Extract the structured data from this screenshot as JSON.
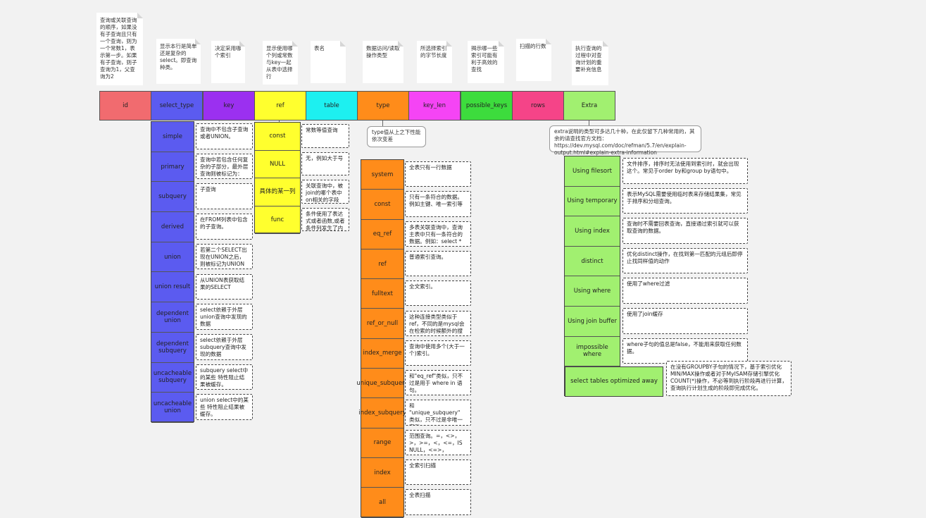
{
  "notes": [
    {
      "key": "id",
      "text": "查询或关联查询的顺序，如果没有子查询且只有一个查询，则为一个常数1，表示第一步。如果有子查询，则子查询为1，父查询为2"
    },
    {
      "key": "select_type",
      "text": "显示本行是简单还是复杂的select。即查询种类。"
    },
    {
      "key": "key",
      "text": "决定采用哪个索引"
    },
    {
      "key": "ref",
      "text": "显示使用哪个列或常数与key一起从表中选择行"
    },
    {
      "key": "table",
      "text": "表名"
    },
    {
      "key": "type",
      "text": "数据访问/读取操作类型"
    },
    {
      "key": "key_len",
      "text": "所选择索引的字节长度"
    },
    {
      "key": "possible_keys",
      "text": "揭示哪一些索引可能有利于高效的查找"
    },
    {
      "key": "rows",
      "text": "扫描的行数"
    },
    {
      "key": "Extra",
      "text": "执行查询的过程中对查询计划的重要补充信息"
    }
  ],
  "headers": [
    {
      "label": "id",
      "color": "#f16b6f"
    },
    {
      "label": "select_type",
      "color": "#5b5bf0"
    },
    {
      "label": "key",
      "color": "#9b30f0"
    },
    {
      "label": "ref",
      "color": "#ffff2e"
    },
    {
      "label": "table",
      "color": "#1df0f0"
    },
    {
      "label": "type",
      "color": "#ff8c1a"
    },
    {
      "label": "key_len",
      "color": "#f544f5"
    },
    {
      "label": "possible_keys",
      "color": "#3ddc3d"
    },
    {
      "label": "rows",
      "color": "#f54488"
    },
    {
      "label": "Extra",
      "color": "#a1f070"
    }
  ],
  "select_type": [
    {
      "label": "simple",
      "desc": "查询中不包含子查询或者UNION。"
    },
    {
      "label": "primary",
      "desc": "查询中若包含任何复杂的子部分，最外层查询则被标记为：PRIMARY"
    },
    {
      "label": "subquery",
      "desc": "子查询"
    },
    {
      "label": "derived",
      "desc": "在FROM列表中包含的子查询。"
    },
    {
      "label": "union",
      "desc": "若第二个SELECT出现在UNION之后，则被标记为UNION"
    },
    {
      "label": "union result",
      "desc": "从UNION表获取结果的SELECT"
    },
    {
      "label": "dependent union",
      "desc": "select依赖于外层union查询中发现的数据"
    },
    {
      "label": "dependent subquery",
      "desc": "select依赖于外层subquery查询中发现的数据"
    },
    {
      "label": "uncacheable subquery",
      "desc": "subquery select中的某些 特性阻止结果被缓存。"
    },
    {
      "label": "uncacheable union",
      "desc": "union select中的某些 特性阻止结果被缓存。"
    }
  ],
  "ref": [
    {
      "label": "const",
      "desc": "常数等值查询"
    },
    {
      "label": "NULL",
      "desc": "无，例如大于号"
    },
    {
      "label": "具体的某一列",
      "desc": "关联查询中，被join的哪个表中on相关的字段"
    },
    {
      "label": "func",
      "desc": "条件使用了表达式或者函数,或者条件列发生了内部隐式转换"
    }
  ],
  "type_bubble": "type值从上之下性能依次变差",
  "type": [
    {
      "label": "system",
      "desc": "全表只有一行数据"
    },
    {
      "label": "const",
      "desc": "只有一条符合的数据。例如主键、唯一索引等"
    },
    {
      "label": "eq_ref",
      "desc": "多表关联查询中，查询主表中只有一条符合的数据。例如：select * from A join B on A.id=B.A_id 中 A表中id为唯一索引或者主键"
    },
    {
      "label": "ref",
      "desc": "普通索引查询。"
    },
    {
      "label": "fulltext",
      "desc": "全文索引。"
    },
    {
      "label": "ref_or_null",
      "desc": "这种连接类型类似于ref，不同的是mysql会在检索的时候额外的搜索包含null 值的记录。"
    },
    {
      "label": "index_merge",
      "desc": "查询中使用多个(大于一个)索引。"
    },
    {
      "label": "unique_subquery",
      "desc": "和\"eq_ref\"类似，只不过是用于 where in 语句。"
    },
    {
      "label": "index_subquery",
      "desc": "和 \"unique_subquery\" 类似，只不过是非唯一索引。"
    },
    {
      "label": "range",
      "desc": "范围查询。=，<>，>，>=，<，<=，IS NULL，<=>，BETWEEN，LIKE，或者 IN()中。"
    },
    {
      "label": "index",
      "desc": "全索引扫描"
    },
    {
      "label": "all",
      "desc": "全表扫描"
    }
  ],
  "extra_bubble": "extra说明的类型可多达几十种，在此仅留下几种常用的，其余的请查找官方文档：https://dev.mysql.com/doc/refman/5.7/en/explain-output.html#explain-extra-information",
  "extra": [
    {
      "label": "Using filesort",
      "desc": "文件排序，排序时无法使用到索引时，就会出现这个。常见于order by和group by语句中。"
    },
    {
      "label": "Using temporary",
      "desc": "表示MySQL需要使用临时表来存储结果集，常见于排序和分组查询。"
    },
    {
      "label": "Using index",
      "desc": "查询时不需要回表查询，直接通过索引就可以获取查询的数据。"
    },
    {
      "label": "distinct",
      "desc": "优化distinct操作，在找到第一匹配的元组后即停止找同样值的动作"
    },
    {
      "label": "Using where",
      "desc": "使用了where过滤"
    },
    {
      "label": "Using join buffer",
      "desc": "使用了join缓存"
    },
    {
      "label": "impossible where",
      "desc": "where子句的值总是false，不能用来获取任何数据。"
    },
    {
      "label": "select tables optimized away",
      "desc": "在没有GROUPBY子句的情况下，基于索引优化MIN/MAX操作或者对于MyISAM存储引擎优化COUNT(*)操作，不必等到执行阶段再进行计算，查询执行计划生成的阶段即完成优化。"
    }
  ]
}
